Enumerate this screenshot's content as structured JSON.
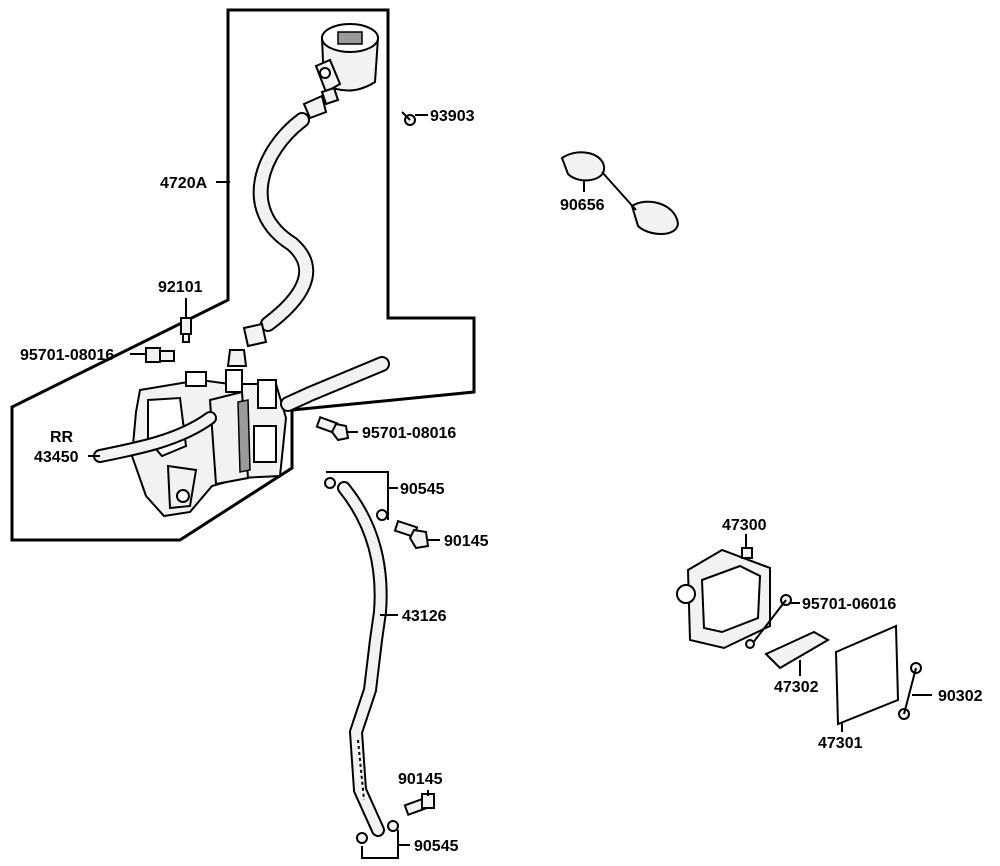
{
  "labels": {
    "assembly_brake": "4720A",
    "reservoir_screw": "93903",
    "clip_90656": "90656",
    "bolt_92101": "92101",
    "bolt_95701_upper": "95701-08016",
    "rr_tag": "RR",
    "master_cyl": "43450",
    "bolt_95701_right": "95701-08016",
    "washer_90545_top": "90545",
    "bolt_90145_top": "90145",
    "hose_43126": "43126",
    "bolt_90145_bottom": "90145",
    "washer_90545_bottom": "90545",
    "bracket_47300": "47300",
    "bolt_95701_06016": "95701-06016",
    "part_47302": "47302",
    "plate_47301": "47301",
    "screw_90302": "90302"
  }
}
